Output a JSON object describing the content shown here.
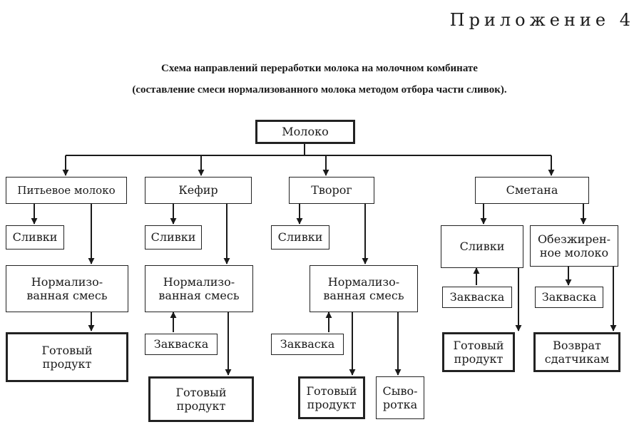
{
  "header": {
    "appendix": "Приложение 4",
    "title_line1": "Схема направлений переработки молока на молочном комбинате",
    "title_line2": "(составление смеси нормализованного молока методом отбора части сливок)."
  },
  "nodes": {
    "milk": "Молоко",
    "drinking_milk": "Питьевое молоко",
    "drinking_cream": "Сливки",
    "drinking_mix": "Нормализо-\nванная смесь",
    "drinking_product": "Готовый\nпродукт",
    "kefir": "Кефир",
    "kefir_cream": "Сливки",
    "kefir_mix": "Нормализо-\nванная смесь",
    "kefir_starter": "Закваска",
    "kefir_product": "Готовый\nпродукт",
    "tvorog": "Творог",
    "tvorog_cream": "Сливки",
    "tvorog_mix": "Нормализо-\nванная смесь",
    "tvorog_starter": "Закваска",
    "tvorog_product": "Готовый\nпродукт",
    "tvorog_whey": "Сыво-\nротка",
    "smetana": "Сметана",
    "smetana_cream": "Сливки",
    "smetana_skim": "Обезжирен-\nное молоко",
    "smetana_starter1": "Закваска",
    "smetana_starter2": "Закваска",
    "smetana_product": "Готовый\nпродукт",
    "smetana_return": "Возврат\nсдатчикам"
  },
  "colors": {
    "line": "#1a1a1a",
    "background": "#ffffff"
  }
}
